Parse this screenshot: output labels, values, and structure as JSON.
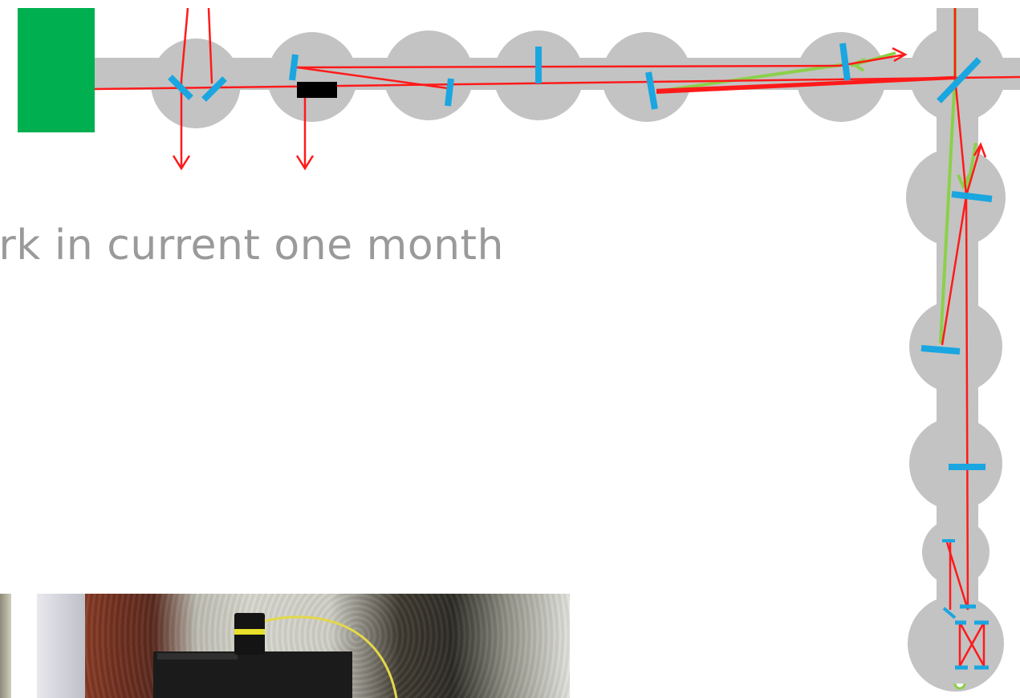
{
  "slide": {
    "heading": "ork in current one month"
  },
  "diagram": {
    "type": "optical-layout",
    "colors": {
      "vacuum_chamber": "#c3c3c3",
      "light_source": "#00b050",
      "laser_beam": "#ff1a1a",
      "green_beam": "#8cd04a",
      "optic": "#1aa6e0",
      "beam_dump": "#000000",
      "background": "#ffffff"
    },
    "icons": {
      "source": "light-source-block",
      "optic": "mirror-icon",
      "dump": "beam-dump-icon",
      "output": "arrow-down-icon"
    }
  },
  "photos": [
    {
      "name": "photo-left-edge"
    },
    {
      "name": "photo-lab-equipment"
    }
  ]
}
